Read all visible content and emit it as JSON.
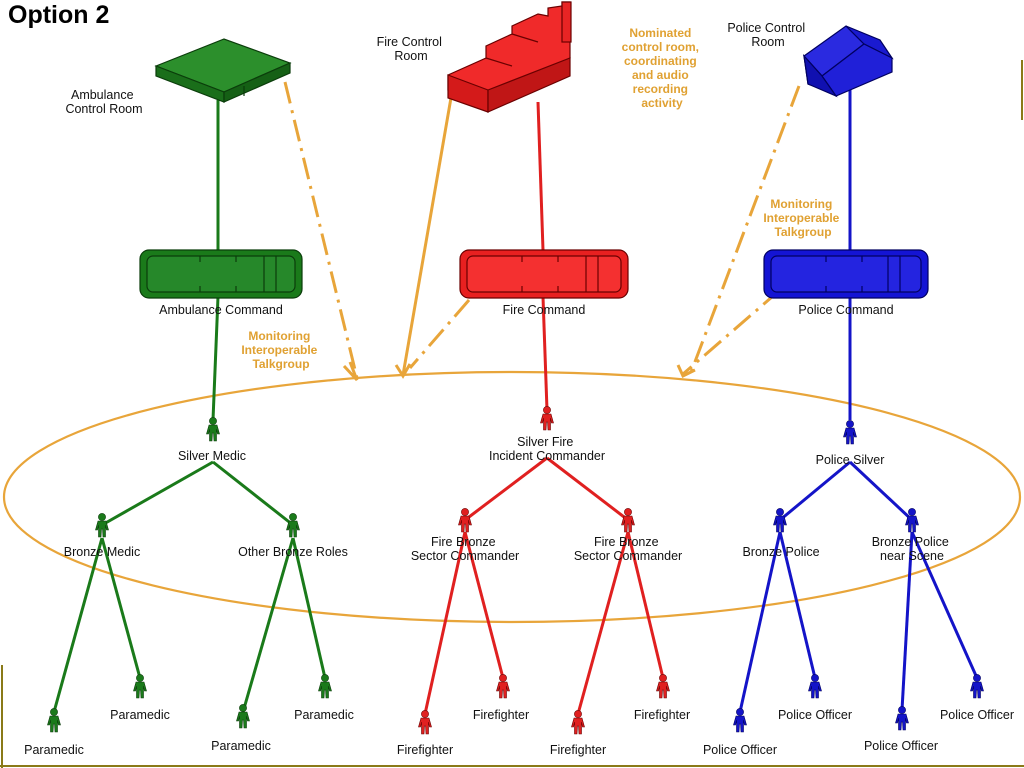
{
  "title": "Option 2",
  "colors": {
    "ambulance": "#1a7a1a",
    "fire": "#e02020",
    "police": "#1414c8",
    "monitoring": "#e8a53a",
    "border": "#8a7a18"
  },
  "control_rooms": {
    "ambulance": [
      "Ambulance",
      "Control Room"
    ],
    "fire": [
      "Fire Control",
      "Room"
    ],
    "police": [
      "Police Control",
      "Room"
    ]
  },
  "nominated_note": [
    "Nominated",
    "control room,",
    "coordinating",
    "and audio",
    "recording",
    "activity"
  ],
  "monitoring_left": [
    "Monitoring",
    "Interoperable",
    "Talkgroup"
  ],
  "monitoring_right": [
    "Monitoring",
    "Interoperable",
    "Talkgroup"
  ],
  "commands": {
    "ambulance": "Ambulance  Command",
    "fire": "Fire Command",
    "police": "Police  Command"
  },
  "silver": {
    "ambulance": [
      "Silver Medic"
    ],
    "fire": [
      "Silver Fire",
      "Incident Commander"
    ],
    "police": [
      "Police Silver"
    ]
  },
  "bronze": {
    "ambulance": [
      [
        "Bronze Medic"
      ],
      [
        "Other Bronze Roles"
      ]
    ],
    "fire": [
      [
        "Fire Bronze",
        "Sector Commander"
      ],
      [
        "Fire Bronze",
        "Sector Commander"
      ]
    ],
    "police": [
      [
        "Bronze Police"
      ],
      [
        "Bronze Police",
        "near Scene"
      ]
    ]
  },
  "leaves": {
    "ambulance": [
      "Paramedic",
      "Paramedic",
      "Paramedic",
      "Paramedic"
    ],
    "fire": [
      "Firefighter",
      "Firefighter",
      "Firefighter",
      "Firefighter"
    ],
    "police": [
      "Police Officer",
      "Police Officer",
      "Police Officer",
      "Police Officer"
    ]
  }
}
